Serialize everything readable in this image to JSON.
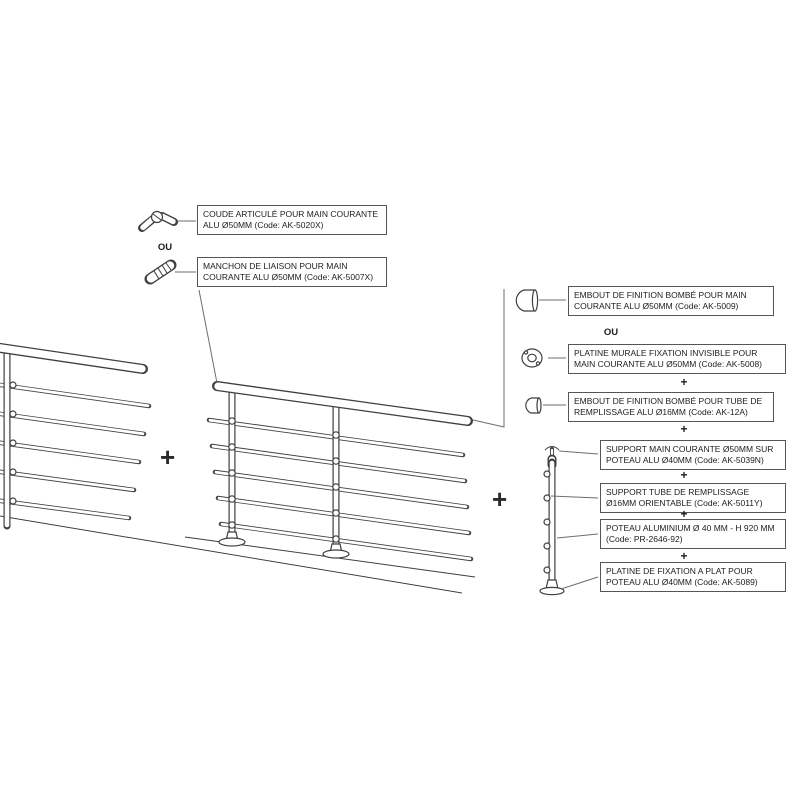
{
  "diagram": {
    "or_label": "OU",
    "plus_label": "+",
    "labels": [
      {
        "id": "coude-articule",
        "text": "COUDE ARTICULÉ POUR MAIN COURANTE ALU Ø50MM (Code: AK-5020X)"
      },
      {
        "id": "manchon-liaison",
        "text": "MANCHON DE LIAISON POUR MAIN COURANTE ALU Ø50MM (Code: AK-5007X)"
      },
      {
        "id": "embout-main-courante",
        "text": "EMBOUT DE FINITION BOMBÉ POUR MAIN COURANTE ALU Ø50MM (Code: AK-5009)"
      },
      {
        "id": "platine-murale",
        "text": "PLATINE MURALE FIXATION INVISIBLE POUR MAIN COURANTE ALU Ø50MM (Code: AK-5008)"
      },
      {
        "id": "embout-tube-remplissage",
        "text": "EMBOUT DE FINITION BOMBÉ POUR TUBE DE REMPLISSAGE ALU Ø16MM (Code: AK-12A)"
      },
      {
        "id": "support-main-courante",
        "text": "SUPPORT MAIN COURANTE Ø50MM SUR POTEAU ALU Ø40MM (Code: AK-5039N)"
      },
      {
        "id": "support-tube-remplissage",
        "text": "SUPPORT TUBE DE REMPLISSAGE Ø16MM ORIENTABLE (Code: AK-5011Y)"
      },
      {
        "id": "poteau-aluminium",
        "text": "POTEAU ALUMINIUM Ø 40 MM - H 920 MM (Code: PR-2646-92)"
      },
      {
        "id": "platine-fixation",
        "text": "PLATINE DE FIXATION A PLAT POUR POTEAU ALU Ø40MM (Code: AK-5089)"
      }
    ]
  }
}
